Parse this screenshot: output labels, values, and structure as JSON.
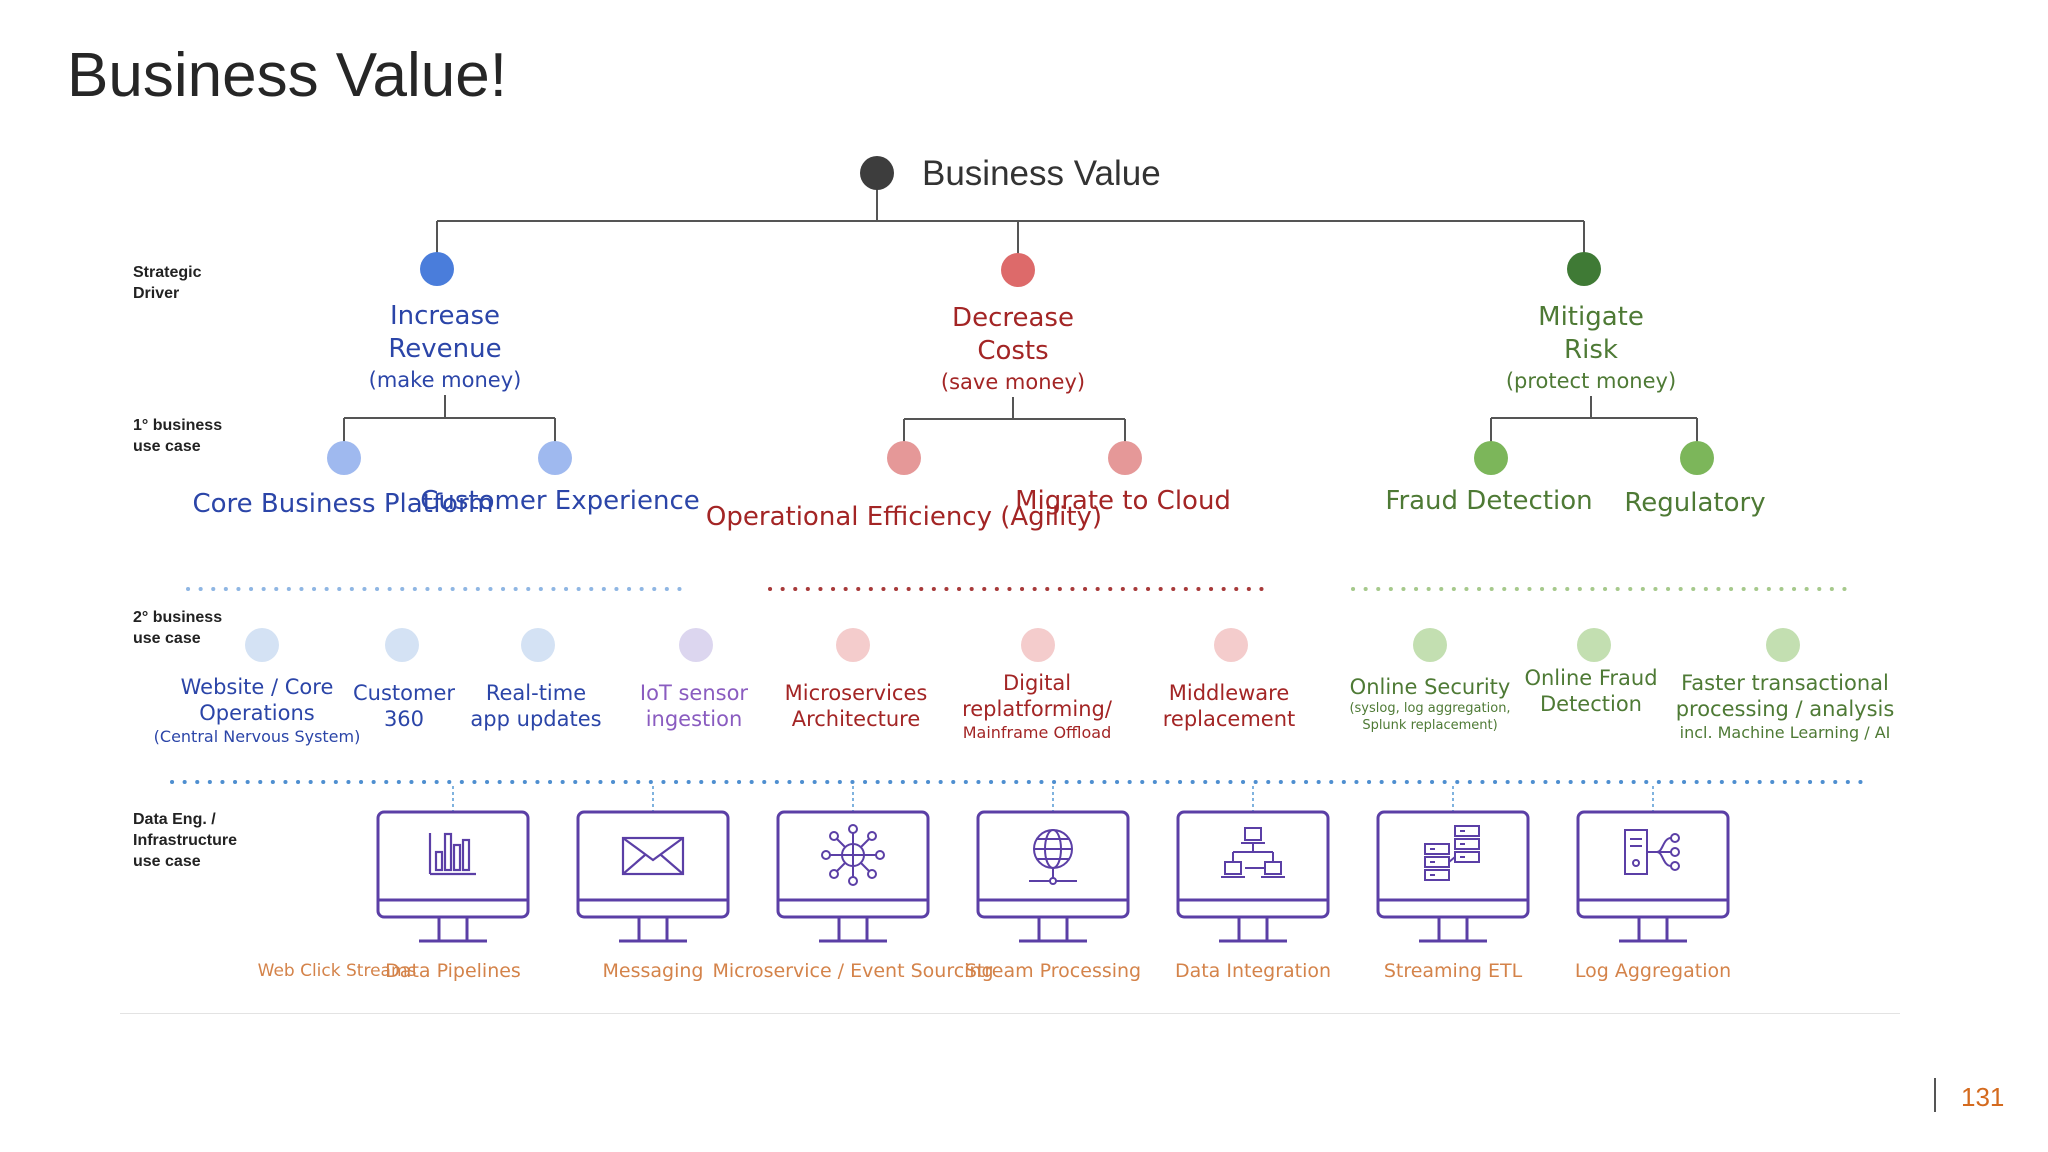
{
  "title": "Business Value!",
  "page_number": "131",
  "root": {
    "label": "Business Value"
  },
  "row_labels": {
    "strategic": "Strategic\nDriver",
    "primary": "1° business\nuse case",
    "secondary": "2° business\nuse case",
    "infra": "Data Eng. /\nInfrastructure\nuse case"
  },
  "colors": {
    "root": "#3d3d3d",
    "blue_driver": "#4a7ddb",
    "red_driver": "#dd6a6a",
    "green_driver": "#3f7a35",
    "blue_text": "#2b45a8",
    "red_text": "#a32525",
    "green_text": "#4e7a35",
    "purple_text": "#8a5cc0",
    "monitor": "#5b3fa6",
    "infra_text": "#d4834a"
  },
  "drivers": [
    {
      "name": "Increase\nRevenue",
      "sub": "(make money)"
    },
    {
      "name": "Decrease\nCosts",
      "sub": "(save money)"
    },
    {
      "name": "Mitigate\nRisk",
      "sub": "(protect money)"
    }
  ],
  "primary_use_cases": [
    "Core Business\nPlatform",
    "Customer\nExperience",
    "Operational\nEfficiency (Agility)",
    "Migrate to\nCloud",
    "Fraud\nDetection",
    "Regulatory"
  ],
  "secondary_use_cases": [
    {
      "main": "Website / Core\nOperations",
      "sub": "(Central Nervous System)"
    },
    {
      "main": "Customer\n360",
      "sub": ""
    },
    {
      "main": "Real-time\napp updates",
      "sub": ""
    },
    {
      "main": "IoT sensor\ningestion",
      "sub": ""
    },
    {
      "main": "Microservices\nArchitecture",
      "sub": ""
    },
    {
      "main": "Digital\nreplatforming/",
      "sub": "Mainframe Offload"
    },
    {
      "main": "Middleware\nreplacement",
      "sub": ""
    },
    {
      "main": "Online Security",
      "sub": "(syslog, log aggregation,\nSplunk replacement)"
    },
    {
      "main": "Online Fraud\nDetection",
      "sub": ""
    },
    {
      "main": "Faster transactional\nprocessing / analysis",
      "sub": "incl. Machine Learning / AI"
    }
  ],
  "data_eng_use_cases": [
    "Web Click\nStreams",
    "Data\nPipelines",
    "Messaging",
    "Microservice /\nEvent Sourcing",
    "Stream\nProcessing",
    "Data\nIntegration",
    "Streaming\nETL",
    "Log\nAggregation"
  ],
  "icons": [
    "bar-chart-icon",
    "envelope-icon",
    "network-hub-icon",
    "globe-icon",
    "network-computers-icon",
    "server-stack-icon",
    "log-document-icon"
  ]
}
